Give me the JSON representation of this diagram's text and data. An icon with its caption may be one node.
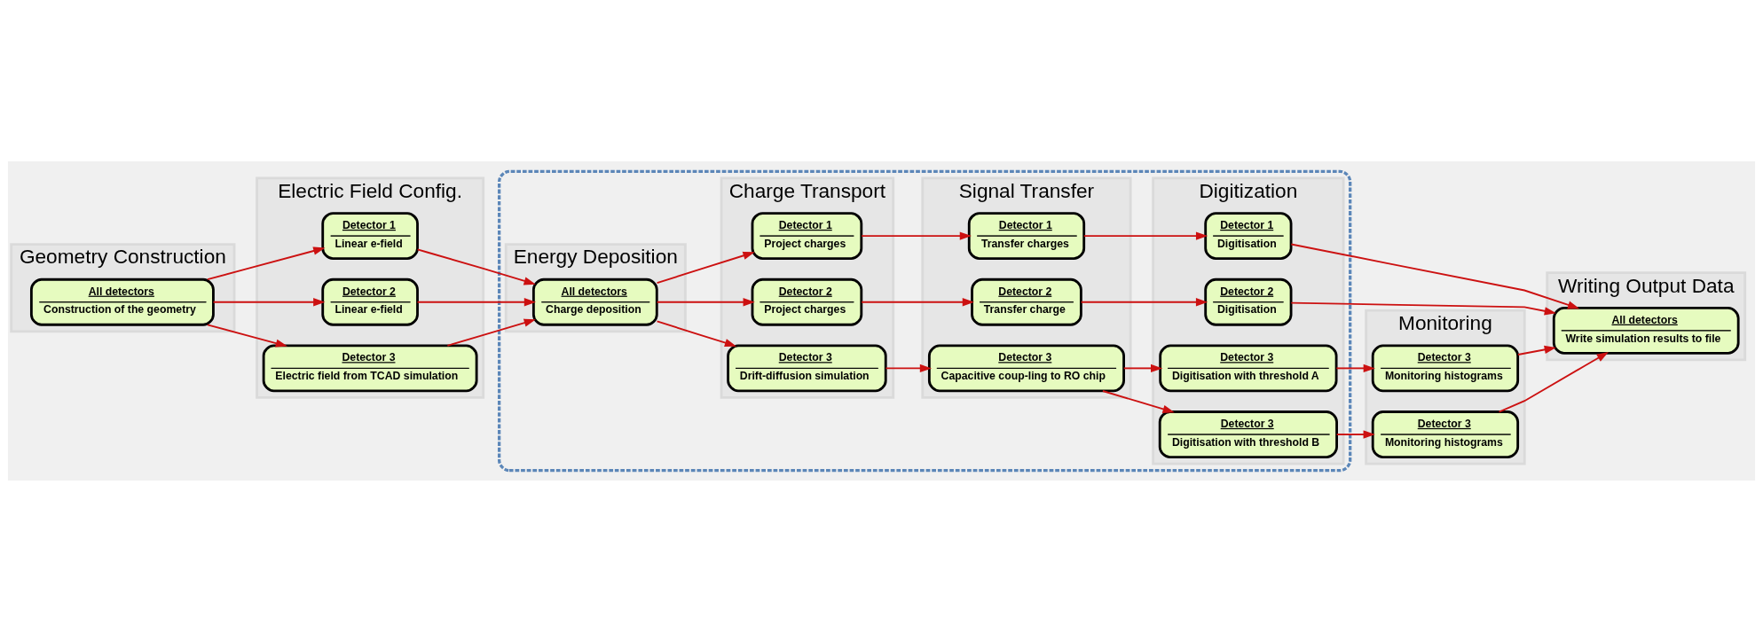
{
  "diagram": {
    "nodes": [
      {
        "text": [
          "Geometry Construction"
        ]
      },
      {
        "text": [
          "All detectors",
          "Construction of the geometry"
        ],
        "in": 0
      },
      {
        "text": [
          "Electric Field Config."
        ]
      },
      {
        "text": [
          "Detector 1",
          "Linear e-field"
        ],
        "in": 2
      },
      {
        "text": [
          "Detector 2",
          "Linear e-field"
        ],
        "in": 2
      },
      {
        "text": [
          "Detector 3",
          "Electric field from TCAD simulation"
        ],
        "in": 2
      },
      {
        "text": [],
        "shape": "box"
      },
      {
        "text": [
          "Energy Deposition"
        ],
        "in": 6
      },
      {
        "text": [
          "All detectors",
          "Charge deposition"
        ],
        "in": 7
      },
      {
        "text": [
          "Charge Transport"
        ],
        "in": 6
      },
      {
        "text": [
          "Detector 1",
          "Project charges"
        ],
        "in": 9
      },
      {
        "text": [
          "Detector 2",
          "Project charges"
        ],
        "in": 9
      },
      {
        "text": [
          "Detector 3",
          "Drift-diffusion simulation"
        ],
        "in": 9
      },
      {
        "text": [
          "Signal Transfer"
        ],
        "in": 6
      },
      {
        "text": [
          "Detector 1",
          "Transfer charges"
        ],
        "in": 13
      },
      {
        "text": [
          "Detector 2",
          "Transfer charge"
        ],
        "in": 13
      },
      {
        "text": [
          "Detector 3",
          "Capacitive coup-ling to RO chip"
        ],
        "in": 13
      },
      {
        "text": [
          "Digitization"
        ],
        "in": 6
      },
      {
        "text": [
          "Detector 1",
          "Digitisation"
        ],
        "in": 17
      },
      {
        "text": [
          "Detector 2",
          "Digitisation"
        ],
        "in": 17
      },
      {
        "text": [
          "Detector 3",
          "Digitisation with threshold A"
        ],
        "in": 17
      },
      {
        "text": [
          "Detector 3",
          "Digitisation with threshold B"
        ],
        "in": 17
      },
      {
        "text": [
          "Monitoring"
        ]
      },
      {
        "text": [
          "Detector 3",
          "Monitoring histograms"
        ],
        "in": 22
      },
      {
        "text": [
          "Detector 3",
          "Monitoring histograms"
        ],
        "in": 22
      },
      {
        "text": [
          "Writing Output Data"
        ]
      },
      {
        "text": [
          "All detectors",
          "Write simulation results to file"
        ],
        "in": 25
      }
    ],
    "edges": [
      {
        "from": 1,
        "to": 3,
        "arrow": "to"
      },
      {
        "from": 1,
        "to": 4,
        "arrow": "to"
      },
      {
        "from": 1,
        "to": 5,
        "arrow": "to"
      },
      {
        "from": 3,
        "to": 8,
        "arrow": "to"
      },
      {
        "from": 4,
        "to": 8,
        "arrow": "to"
      },
      {
        "from": 5,
        "to": 8,
        "arrow": "to"
      },
      {
        "from": 8,
        "to": 10,
        "arrow": "to"
      },
      {
        "from": 8,
        "to": 11,
        "arrow": "to"
      },
      {
        "from": 8,
        "to": 12,
        "arrow": "to"
      },
      {
        "from": 10,
        "to": 14,
        "arrow": "to"
      },
      {
        "from": 11,
        "to": 15,
        "arrow": "to"
      },
      {
        "from": 12,
        "to": 16,
        "arrow": "to"
      },
      {
        "from": 14,
        "to": 18,
        "arrow": "to"
      },
      {
        "from": 15,
        "to": 19,
        "arrow": "to"
      },
      {
        "from": 16,
        "to": 20,
        "arrow": "to"
      },
      {
        "from": 16,
        "to": 21,
        "arrow": "to"
      },
      {
        "from": 18,
        "to": 26,
        "arrow": "to"
      },
      {
        "from": 19,
        "to": 26,
        "arrow": "to"
      },
      {
        "from": 20,
        "to": 23,
        "arrow": "to"
      },
      {
        "from": 21,
        "to": 24,
        "arrow": "to"
      },
      {
        "from": 23,
        "to": 26,
        "arrow": "to"
      },
      {
        "from": 24,
        "to": 26,
        "arrow": "to"
      }
    ]
  }
}
